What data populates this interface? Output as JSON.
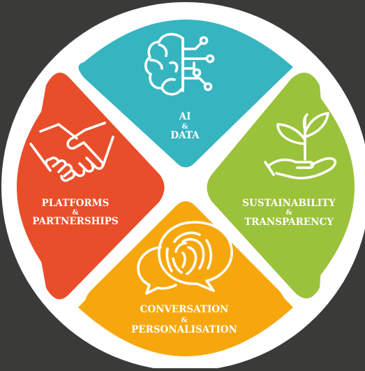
{
  "background": "#3a3a39",
  "segments": [
    {
      "id": "ai-data",
      "line1": "AI",
      "amp": "&",
      "line2": "DATA",
      "color": "#36b5c0",
      "icon": "brain-circuit-icon"
    },
    {
      "id": "sustainability-transparency",
      "line1": "SUSTAINABILITY",
      "amp": "&",
      "line2": "TRANSPARENCY",
      "color": "#9bc23b",
      "icon": "plant-in-hand-icon"
    },
    {
      "id": "conversation-personalisation",
      "line1": "CONVERSATION",
      "amp": "&",
      "line2": "PERSONALISATION",
      "color": "#f7a70e",
      "icon": "fingerprint-speech-bubbles-icon"
    },
    {
      "id": "platforms-partnerships",
      "line1": "PLATFORMS",
      "amp": "&",
      "line2": "PARTNERSHIPS",
      "color": "#e84e2a",
      "icon": "handshake-icon"
    }
  ]
}
